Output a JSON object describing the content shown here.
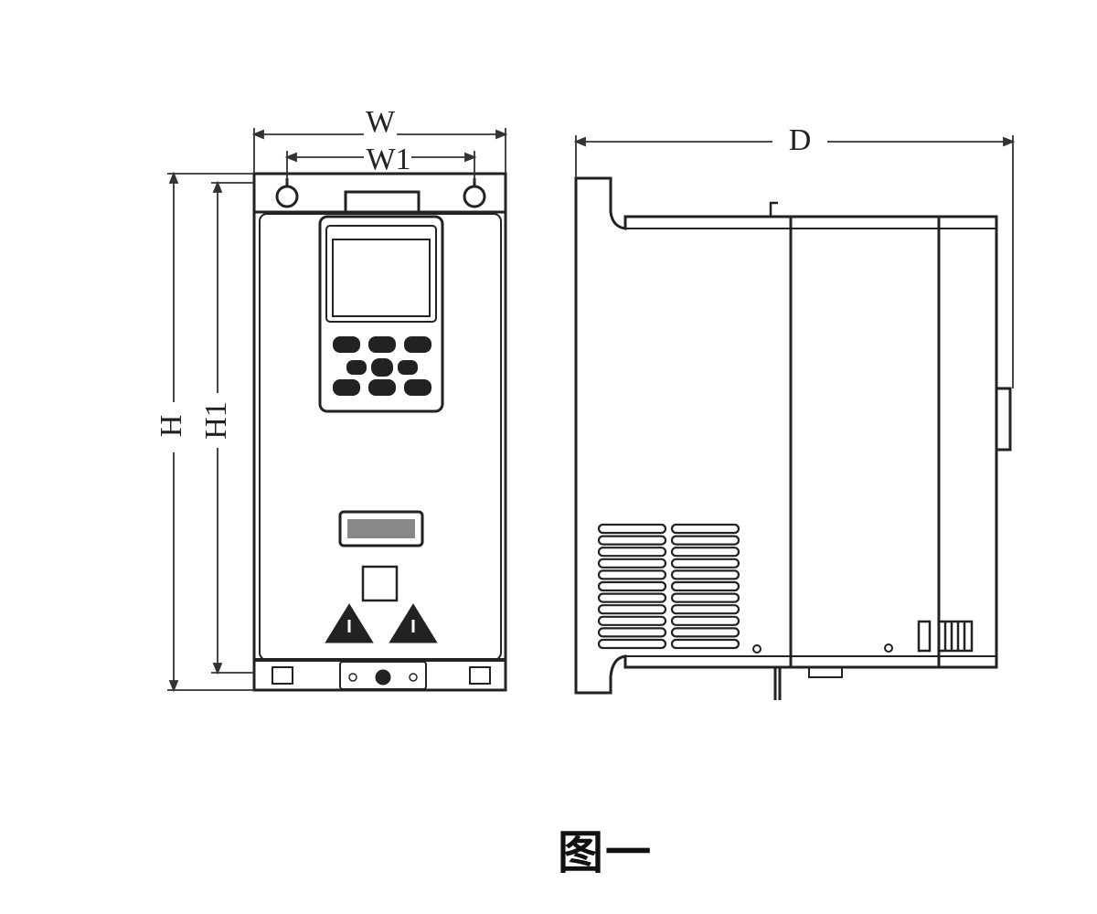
{
  "labels": {
    "width": "W",
    "mount_width": "W1",
    "height": "H",
    "mount_height": "H1",
    "depth": "D"
  },
  "caption": "图一",
  "colors": {
    "line": "#222222",
    "dimension": "#333333",
    "background": "#ffffff"
  }
}
